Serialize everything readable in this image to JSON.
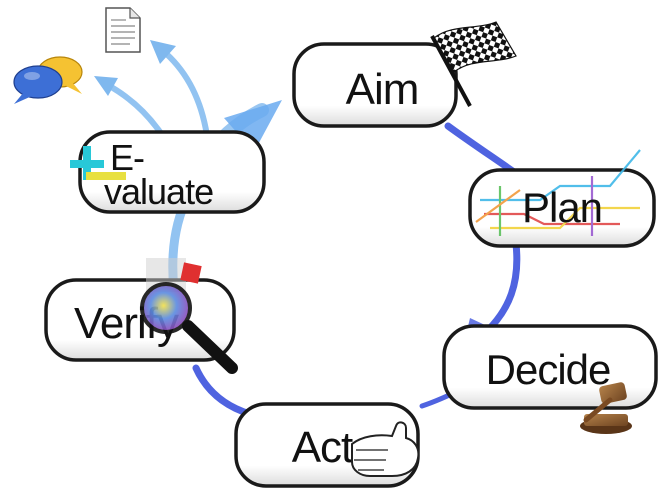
{
  "nodes": {
    "aim": {
      "label": "Aim",
      "icon": "checkered-flag-icon"
    },
    "plan": {
      "label": "Plan",
      "icon": "transit-map-icon"
    },
    "decide": {
      "label": "Decide",
      "icon": "gavel-icon"
    },
    "act": {
      "label": "Act",
      "icon": "pointing-hand-icon"
    },
    "verify": {
      "label": "Verify",
      "icon": "magnifying-glass-icon"
    },
    "evaluate": {
      "label_line1": "E-",
      "label_line2": "valuate",
      "icon": "plus-minus-icon"
    }
  },
  "outputs": [
    {
      "icon": "document-icon"
    },
    {
      "icon": "speech-bubbles-icon"
    }
  ],
  "colors": {
    "cycle_arrow": "#4f63e0",
    "feedback_arrow": "#7fb8ee",
    "node_border": "#1a1a1a",
    "node_fill": "#ffffff"
  }
}
